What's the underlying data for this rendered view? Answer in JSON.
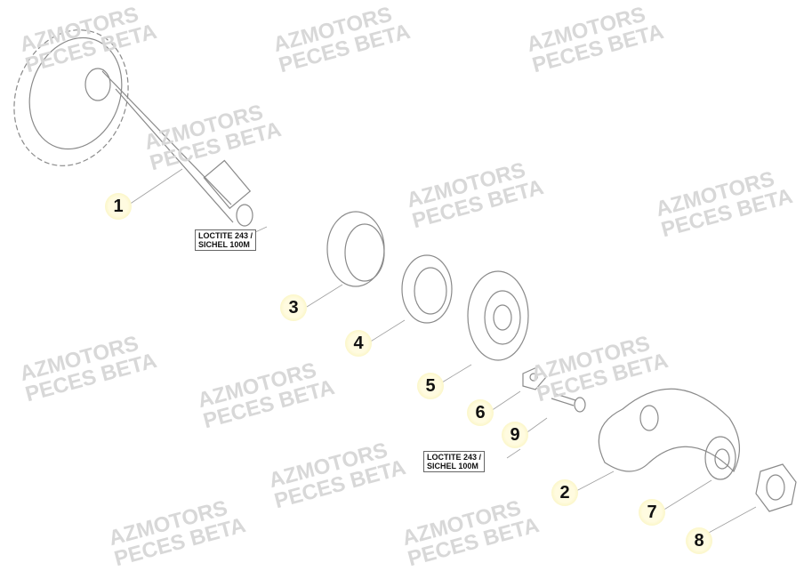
{
  "watermarks": [
    {
      "line1": "AZMOTORS",
      "line2": "PECES BETA"
    }
  ],
  "callouts": [
    "1",
    "2",
    "3",
    "4",
    "5",
    "6",
    "7",
    "8",
    "9"
  ],
  "notes": [
    {
      "line1": "LOCTITE 243 /",
      "line2": "SICHEL 100M"
    },
    {
      "line1": "LOCTITE 243 /",
      "line2": "SICHEL 100M"
    }
  ],
  "colors": {
    "stroke": "#8a8a8a",
    "callout_fill": "#f6f0a8",
    "watermark": "#d8d8d8"
  }
}
